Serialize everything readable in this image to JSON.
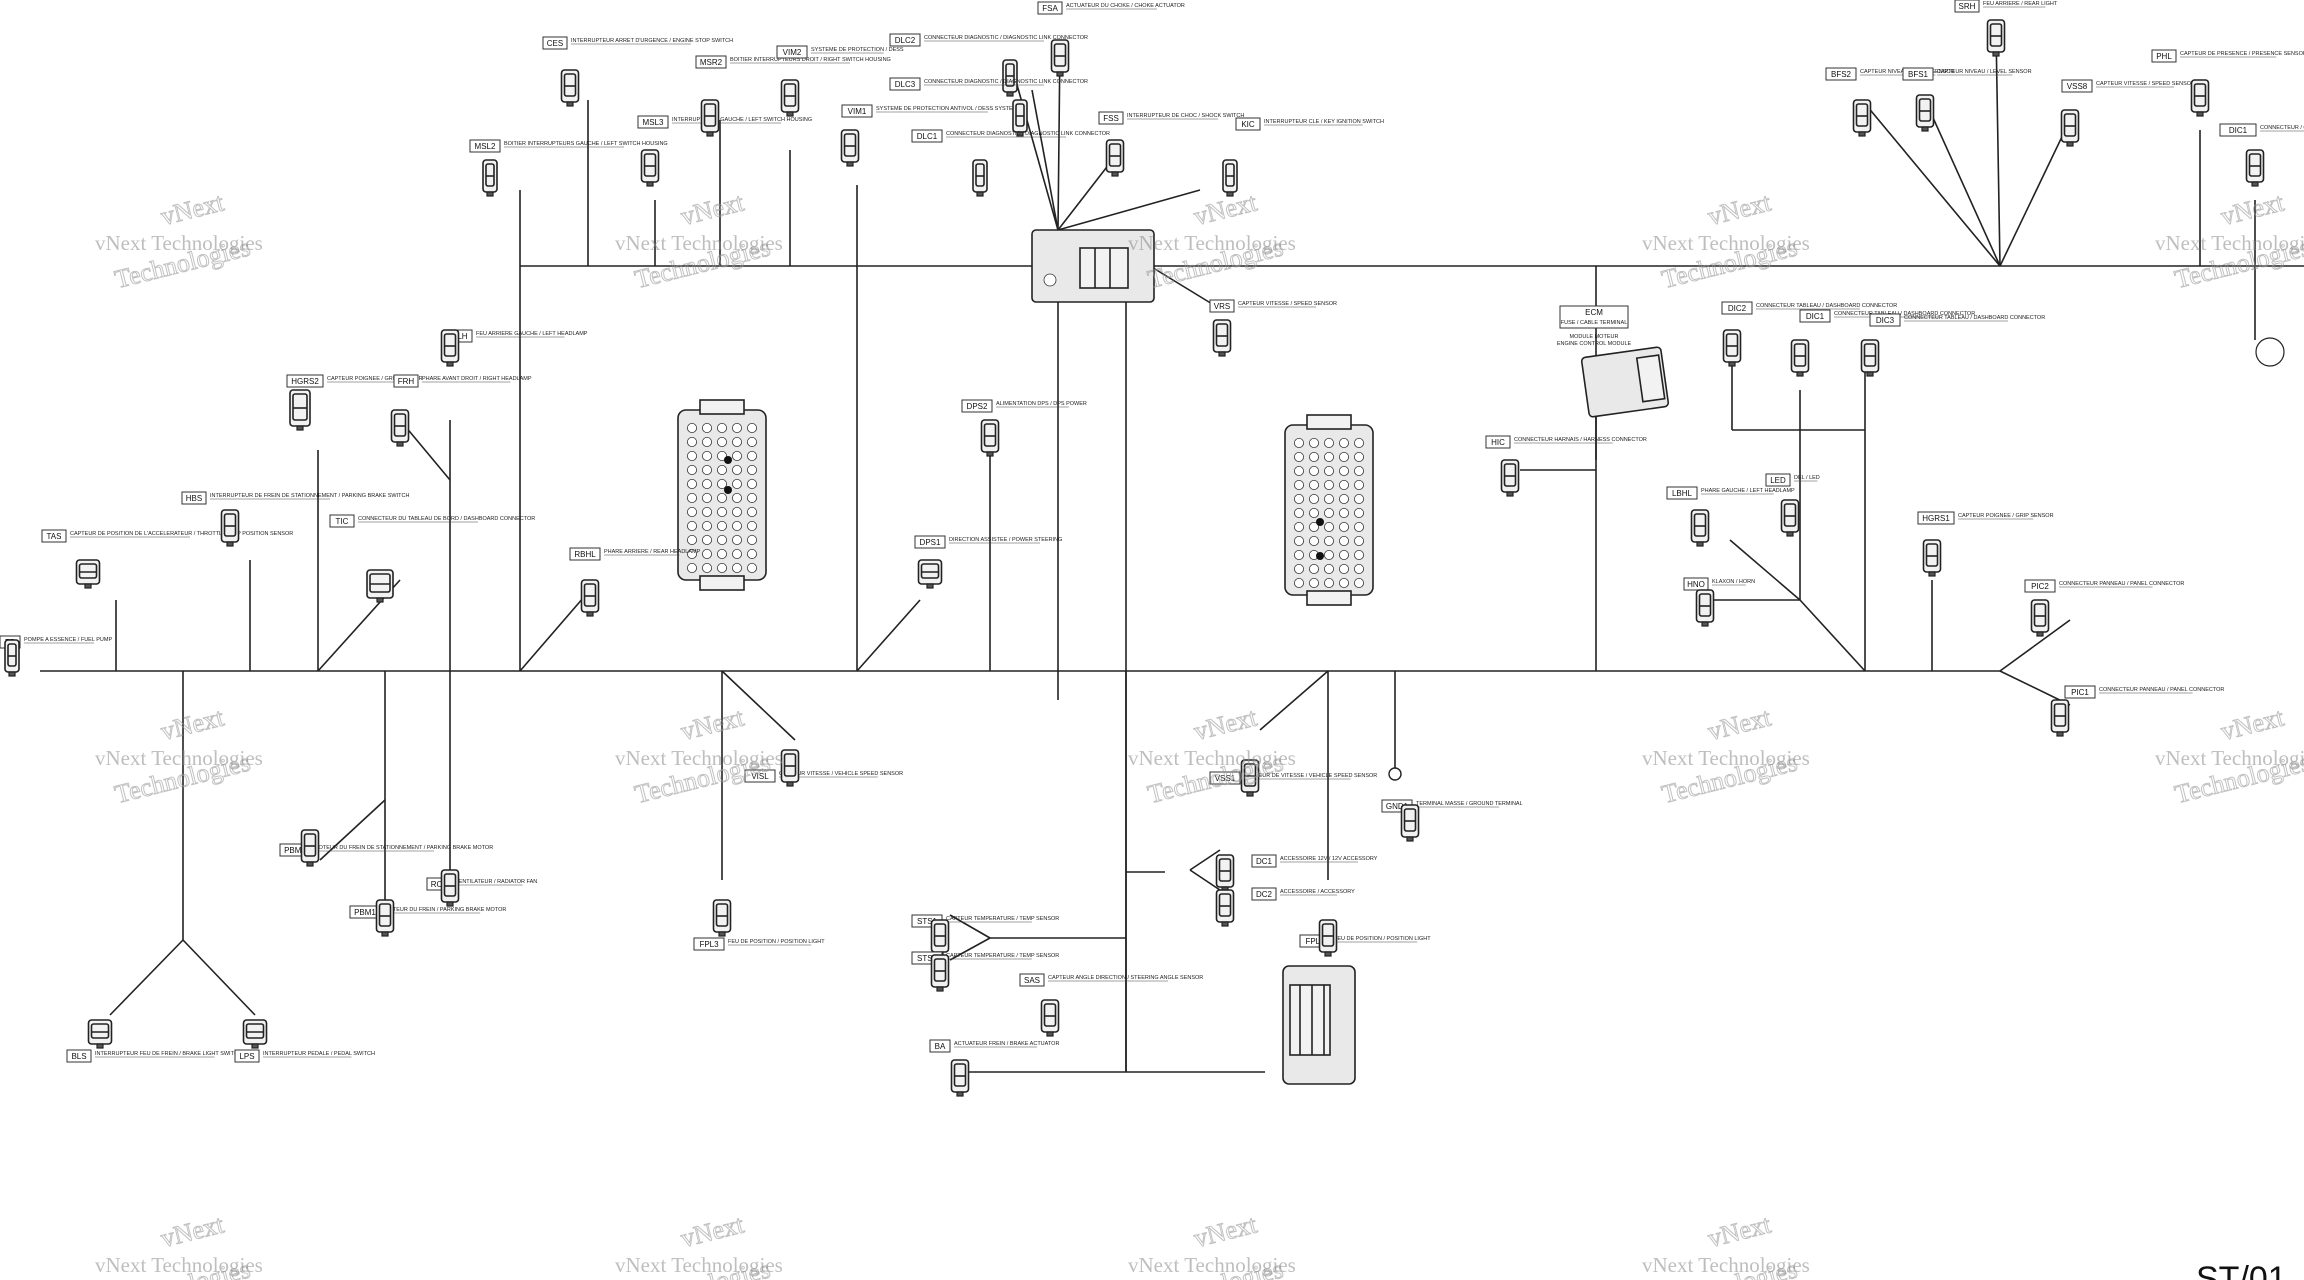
{
  "diagram": {
    "page_ref": "ST/01",
    "watermark": {
      "line1": "vNext Technologies",
      "line2": "vNext",
      "line3": "Technologies"
    },
    "ecm": {
      "tag": "ECM",
      "subtitle": "FUSE / CABLE TERMINAL",
      "desc1": "MODULE MOTEUR",
      "desc2": "ENGINE CONTROL MODULE"
    },
    "connectors": [
      {
        "tag": "FP",
        "desc": "POMPE A ESSENCE / FUEL PUMP"
      },
      {
        "tag": "TAS",
        "desc": "CAPTEUR DE POSITION DE L'ACCELERATEUR / THROTTLE GRIP POSITION SENSOR"
      },
      {
        "tag": "HBS",
        "desc": "INTERRUPTEUR DE FREIN DE STATIONNEMENT / PARKING BRAKE SWITCH"
      },
      {
        "tag": "HGRS2",
        "desc": "CAPTEUR POIGNEE / GRIP SENSOR"
      },
      {
        "tag": "FRH",
        "desc": "PHARE AVANT DROIT / RIGHT HEADLAMP"
      },
      {
        "tag": "TIC",
        "desc": "CONNECTEUR DU TABLEAU DE BORD / DASHBOARD CONNECTOR"
      },
      {
        "tag": "FLH",
        "desc": "FEU ARRIERE GAUCHE / LEFT HEADLAMP"
      },
      {
        "tag": "CES",
        "desc": "INTERRUPTEUR ARRET D'URGENCE / ENGINE STOP SWITCH"
      },
      {
        "tag": "MSL2",
        "desc": "BOITIER INTERRUPTEURS GAUCHE / LEFT SWITCH HOUSING"
      },
      {
        "tag": "MSL3",
        "desc": "INTERRUPTEURS GAUCHE / LEFT SWITCH HOUSING"
      },
      {
        "tag": "MSR2",
        "desc": "BOITIER INTERRUPTEURS DROIT / RIGHT SWITCH HOUSING"
      },
      {
        "tag": "VIM2",
        "desc": "SYSTEME DE PROTECTION / DESS"
      },
      {
        "tag": "VIM1",
        "desc": "SYSTEME DE PROTECTION ANTIVOL / DESS SYSTEM"
      },
      {
        "tag": "DLC2",
        "desc": "CONNECTEUR DIAGNOSTIC / DIAGNOSTIC LINK CONNECTOR"
      },
      {
        "tag": "DLC3",
        "desc": "CONNECTEUR DIAGNOSTIC / DIAGNOSTIC LINK CONNECTOR"
      },
      {
        "tag": "DLC1",
        "desc": "CONNECTEUR DIAGNOSTIC / DIAGNOSTIC LINK CONNECTOR"
      },
      {
        "tag": "FSA",
        "desc": "ACTUATEUR DU CHOKE / CHOKE ACTUATOR"
      },
      {
        "tag": "FSS",
        "desc": "INTERRUPTEUR DE CHOC / SHOCK SWITCH"
      },
      {
        "tag": "KIC",
        "desc": "INTERRUPTEUR CLE / KEY IGNITION SWITCH"
      },
      {
        "tag": "VRS",
        "desc": "CAPTEUR VITESSE / SPEED SENSOR"
      },
      {
        "tag": "RBHL",
        "desc": "PHARE ARRIERE / REAR HEADLAMP"
      },
      {
        "tag": "DPS2",
        "desc": "ALIMENTATION DPS / DPS POWER"
      },
      {
        "tag": "DPS1",
        "desc": "DIRECTION ASSISTEE / POWER STEERING"
      },
      {
        "tag": "PBM2",
        "desc": "MOTEUR DU FREIN DE STATIONNEMENT / PARKING BRAKE MOTOR"
      },
      {
        "tag": "PBM1",
        "desc": "MOTEUR DU FREIN / PARKING BRAKE MOTOR"
      },
      {
        "tag": "RCF",
        "desc": "VENTILATEUR / RADIATOR FAN"
      },
      {
        "tag": "BLS",
        "desc": "INTERRUPTEUR FEU DE FREIN / BRAKE LIGHT SWITCH"
      },
      {
        "tag": "LPS",
        "desc": "INTERRUPTEUR PEDALE / PEDAL SWITCH"
      },
      {
        "tag": "FPL3",
        "desc": "FEU DE POSITION / POSITION LIGHT"
      },
      {
        "tag": "VISL",
        "desc": "CAPTEUR VITESSE / VEHICLE SPEED SENSOR"
      },
      {
        "tag": "STS1",
        "desc": "CAPTEUR TEMPERATURE / TEMP SENSOR"
      },
      {
        "tag": "STS2",
        "desc": "CAPTEUR TEMPERATURE / TEMP SENSOR"
      },
      {
        "tag": "SAS",
        "desc": "CAPTEUR ANGLE DIRECTION / STEERING ANGLE SENSOR"
      },
      {
        "tag": "BA",
        "desc": "ACTUATEUR FREIN / BRAKE ACTUATOR"
      },
      {
        "tag": "DC1",
        "desc": "ACCESSOIRE 12V / 12V ACCESSORY"
      },
      {
        "tag": "DC2",
        "desc": "ACCESSOIRE / ACCESSORY"
      },
      {
        "tag": "VSS1",
        "desc": "CAPTEUR DE VITESSE / VEHICLE SPEED SENSOR"
      },
      {
        "tag": "FPL1",
        "desc": "FEU DE POSITION / POSITION LIGHT"
      },
      {
        "tag": "GND1",
        "desc": "TERMINAL MASSE / GROUND TERMINAL"
      },
      {
        "tag": "HIC",
        "desc": "CONNECTEUR HARNAIS / HARNESS CONNECTOR"
      },
      {
        "tag": "DIC2",
        "desc": "CONNECTEUR TABLEAU / DASHBOARD CONNECTOR"
      },
      {
        "tag": "DIC1",
        "desc": "CONNECTEUR TABLEAU / DASHBOARD CONNECTOR"
      },
      {
        "tag": "DIC3",
        "desc": "CONNECTEUR TABLEAU / DASHBOARD CONNECTOR"
      },
      {
        "tag": "LBHL",
        "desc": "PHARE GAUCHE / LEFT HEADLAMP"
      },
      {
        "tag": "LED",
        "desc": "DEL / LED"
      },
      {
        "tag": "HNO",
        "desc": "KLAXON / HORN"
      },
      {
        "tag": "HGRS1",
        "desc": "CAPTEUR POIGNEE / GRIP SENSOR"
      },
      {
        "tag": "PIC2",
        "desc": "CONNECTEUR PANNEAU / PANEL CONNECTOR"
      },
      {
        "tag": "PIC1",
        "desc": "CONNECTEUR PANNEAU / PANEL CONNECTOR"
      },
      {
        "tag": "SRH",
        "desc": "FEU ARRIERE / REAR LIGHT"
      },
      {
        "tag": "BFS2",
        "desc": "CAPTEUR NIVEAU / LEVEL SENSOR"
      },
      {
        "tag": "BFS1",
        "desc": "CAPTEUR NIVEAU / LEVEL SENSOR"
      },
      {
        "tag": "VSS8",
        "desc": "CAPTEUR VITESSE / SPEED SENSOR"
      },
      {
        "tag": "PHL",
        "desc": "CAPTEUR DE PRESENCE / PRESENCE SENSOR"
      },
      {
        "tag": "DIC1 ",
        "desc": "CONNECTEUR / CONNECTOR"
      }
    ]
  }
}
